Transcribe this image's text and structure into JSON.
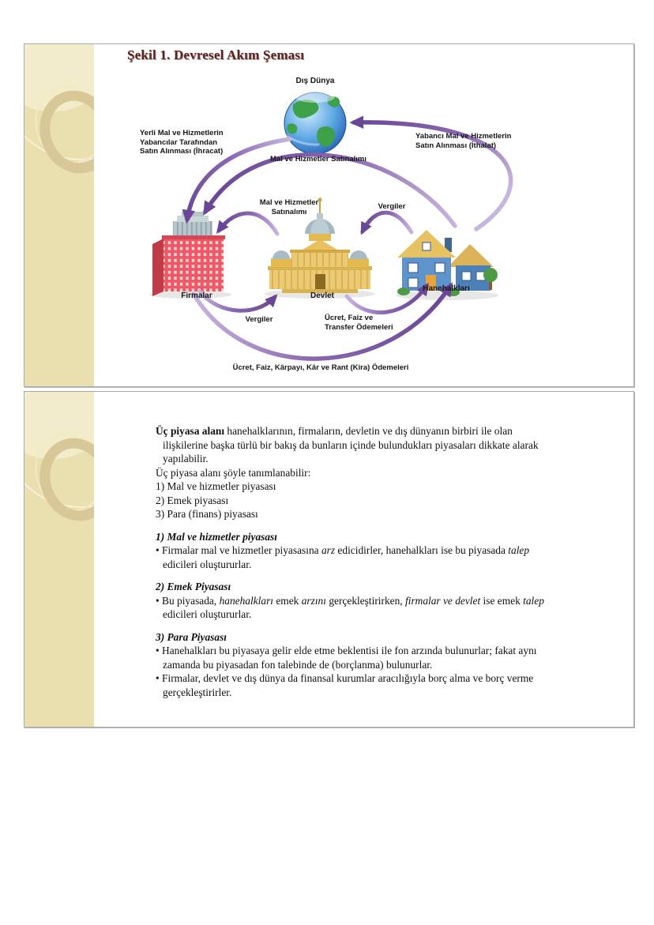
{
  "colors": {
    "arrow_light": "#c6b5de",
    "arrow": "#8a67b0",
    "arrow_dark": "#6a4796",
    "title": "#5e2120",
    "strip": "#eadfae"
  },
  "slide1": {
    "title": "Şekil 1. Devresel Akım Şeması",
    "nodes": {
      "world": "Dış Dünya",
      "firms": "Firmalar",
      "government": "Devlet",
      "households": "Hanehalkları"
    },
    "flows": {
      "exports": "Yerli Mal ve Hizmetlerin\nYabancılar Tarafından\nSatın Alınması (İhracat)",
      "world_purchases": "Mal ve Hizmetler Satınalımı",
      "imports": "Yabancı Mal ve Hizmetlerin\nSatın Alınması (İthalat)",
      "gov_purchases": "Mal ve Hizmetler\nSatınalımı",
      "household_taxes": "Vergiler",
      "firm_taxes": "Vergiler",
      "gov_transfers": "Ücret, Faiz ve\nTransfer Ödemeleri",
      "factor_payments": "Ücret, Faiz, Kârpayı, Kâr ve Rant (Kira) Ödemeleri"
    }
  },
  "slide2": {
    "bullet_char": "•",
    "blocks": [
      {
        "type": "p",
        "hang": true,
        "segments": [
          {
            "t": "Üç piyasa alanı",
            "s": "b"
          },
          {
            "t": " hanehalklarının, firmaların, devletin ve dış dünyanın birbiri ile olan ilişkilerine başka türlü bir bakış da bunların içinde bulundukları piyasaları dikkate alarak yapılabilir.",
            "s": ""
          }
        ]
      },
      {
        "type": "p",
        "segments": [
          {
            "t": "Üç piyasa alanı şöyle tanımlanabilir:",
            "s": ""
          }
        ]
      },
      {
        "type": "p",
        "segments": [
          {
            "t": "1) Mal ve hizmetler piyasası",
            "s": ""
          }
        ]
      },
      {
        "type": "p",
        "segments": [
          {
            "t": "2) Emek piyasası",
            "s": ""
          }
        ]
      },
      {
        "type": "p",
        "segments": [
          {
            "t": "3) Para (finans) piyasası",
            "s": ""
          }
        ]
      },
      {
        "type": "gap"
      },
      {
        "type": "h",
        "segments": [
          {
            "t": "1) Mal ve hizmetler piyasası",
            "s": "bi"
          }
        ]
      },
      {
        "type": "li",
        "segments": [
          {
            "t": "Firmalar mal ve hizmetler piyasasına ",
            "s": ""
          },
          {
            "t": "arz",
            "s": "i"
          },
          {
            "t": " edicidirler, hanehalkları ise bu piyasada ",
            "s": ""
          },
          {
            "t": "talep",
            "s": "i"
          },
          {
            "t": " edicileri oluştururlar.",
            "s": ""
          }
        ]
      },
      {
        "type": "gap"
      },
      {
        "type": "h",
        "segments": [
          {
            "t": "2) Emek Piyasası",
            "s": "bi"
          }
        ]
      },
      {
        "type": "li",
        "segments": [
          {
            "t": "Bu piyasada, ",
            "s": ""
          },
          {
            "t": "hanehalkları",
            "s": "i"
          },
          {
            "t": " emek ",
            "s": ""
          },
          {
            "t": "arzını",
            "s": "i"
          },
          {
            "t": " gerçekleştirirken, ",
            "s": ""
          },
          {
            "t": "firmalar ve devlet",
            "s": "i"
          },
          {
            "t": " ise emek ",
            "s": ""
          },
          {
            "t": "talep",
            "s": "i"
          },
          {
            "t": " edicileri oluştururlar.",
            "s": ""
          }
        ]
      },
      {
        "type": "gap"
      },
      {
        "type": "h",
        "segments": [
          {
            "t": "3) Para Piyasası",
            "s": "bi"
          }
        ]
      },
      {
        "type": "li",
        "segments": [
          {
            "t": "Hanehalkları bu piyasaya gelir elde etme beklentisi ile fon arzında bulunurlar; fakat aynı zamanda bu piyasadan fon talebinde de (borçlanma) bulunurlar.",
            "s": ""
          }
        ]
      },
      {
        "type": "li",
        "segments": [
          {
            "t": "Firmalar, devlet ve dış dünya da finansal kurumlar aracılığıyla borç alma ve borç verme gerçekleştirirler.",
            "s": ""
          }
        ]
      }
    ]
  }
}
